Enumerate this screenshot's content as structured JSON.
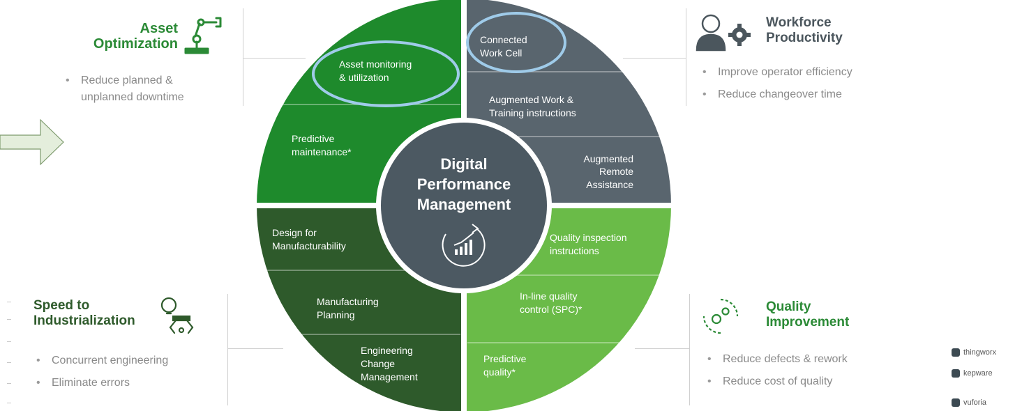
{
  "colors": {
    "green_dark": "#2e5a2b",
    "green_mid": "#1e8a2c",
    "green_light": "#6abb48",
    "gray_slate": "#59656e",
    "hub": "#4c5962",
    "highlight": "#9fcbe9",
    "title_green": "#2b8a36",
    "title_gray": "#4b565d"
  },
  "hub": {
    "line1": "Digital",
    "line2": "Performance",
    "line3": "Management"
  },
  "quadrants": {
    "asset": {
      "title_line1": "Asset",
      "title_line2": "Optimization",
      "icon": "robot-arm-icon",
      "bullets": [
        "Reduce planned &",
        "unplanned downtime"
      ],
      "segments": {
        "monitoring": {
          "line1": "Asset monitoring",
          "line2": "& utilization"
        },
        "predictive": {
          "line1": "Predictive",
          "line2": "maintenance*"
        }
      }
    },
    "workforce": {
      "title_line1": "Workforce",
      "title_line2": "Productivity",
      "icon": "operator-gear-icon",
      "bullets": [
        "Improve operator efficiency",
        "Reduce changeover time"
      ],
      "segments": {
        "cell": {
          "line1": "Connected",
          "line2": "Work Cell"
        },
        "augmented_work": {
          "line1": "Augmented Work &",
          "line2": "Training instructions"
        },
        "remote": {
          "line1": "Augmented",
          "line2": "Remote",
          "line3": "Assistance"
        }
      }
    },
    "quality": {
      "title_line1": "Quality",
      "title_line2": "Improvement",
      "icon": "quality-gears-icon",
      "bullets": [
        "Reduce defects & rework",
        "Reduce cost of quality"
      ],
      "segments": {
        "inspection": {
          "line1": "Quality inspection",
          "line2": "instructions"
        },
        "spc": {
          "line1": "In-line quality",
          "line2": "control (SPC)*"
        },
        "predictive_quality": {
          "line1": "Predictive",
          "line2": "quality*"
        }
      }
    },
    "speed": {
      "title_line1": "Speed to",
      "title_line2": "Industrialization",
      "icon": "bulb-claw-icon",
      "bullets": [
        "Concurrent engineering",
        "Eliminate errors"
      ],
      "segments": {
        "dfm": {
          "line1": "Design for",
          "line2": "Manufacturability"
        },
        "planning": {
          "line1": "Manufacturing",
          "line2": "Planning"
        },
        "ecm": {
          "line1": "Engineering",
          "line2": "Change",
          "line3": "Management"
        }
      }
    }
  },
  "brands": [
    "thingworx",
    "kepware",
    "vuforia"
  ]
}
